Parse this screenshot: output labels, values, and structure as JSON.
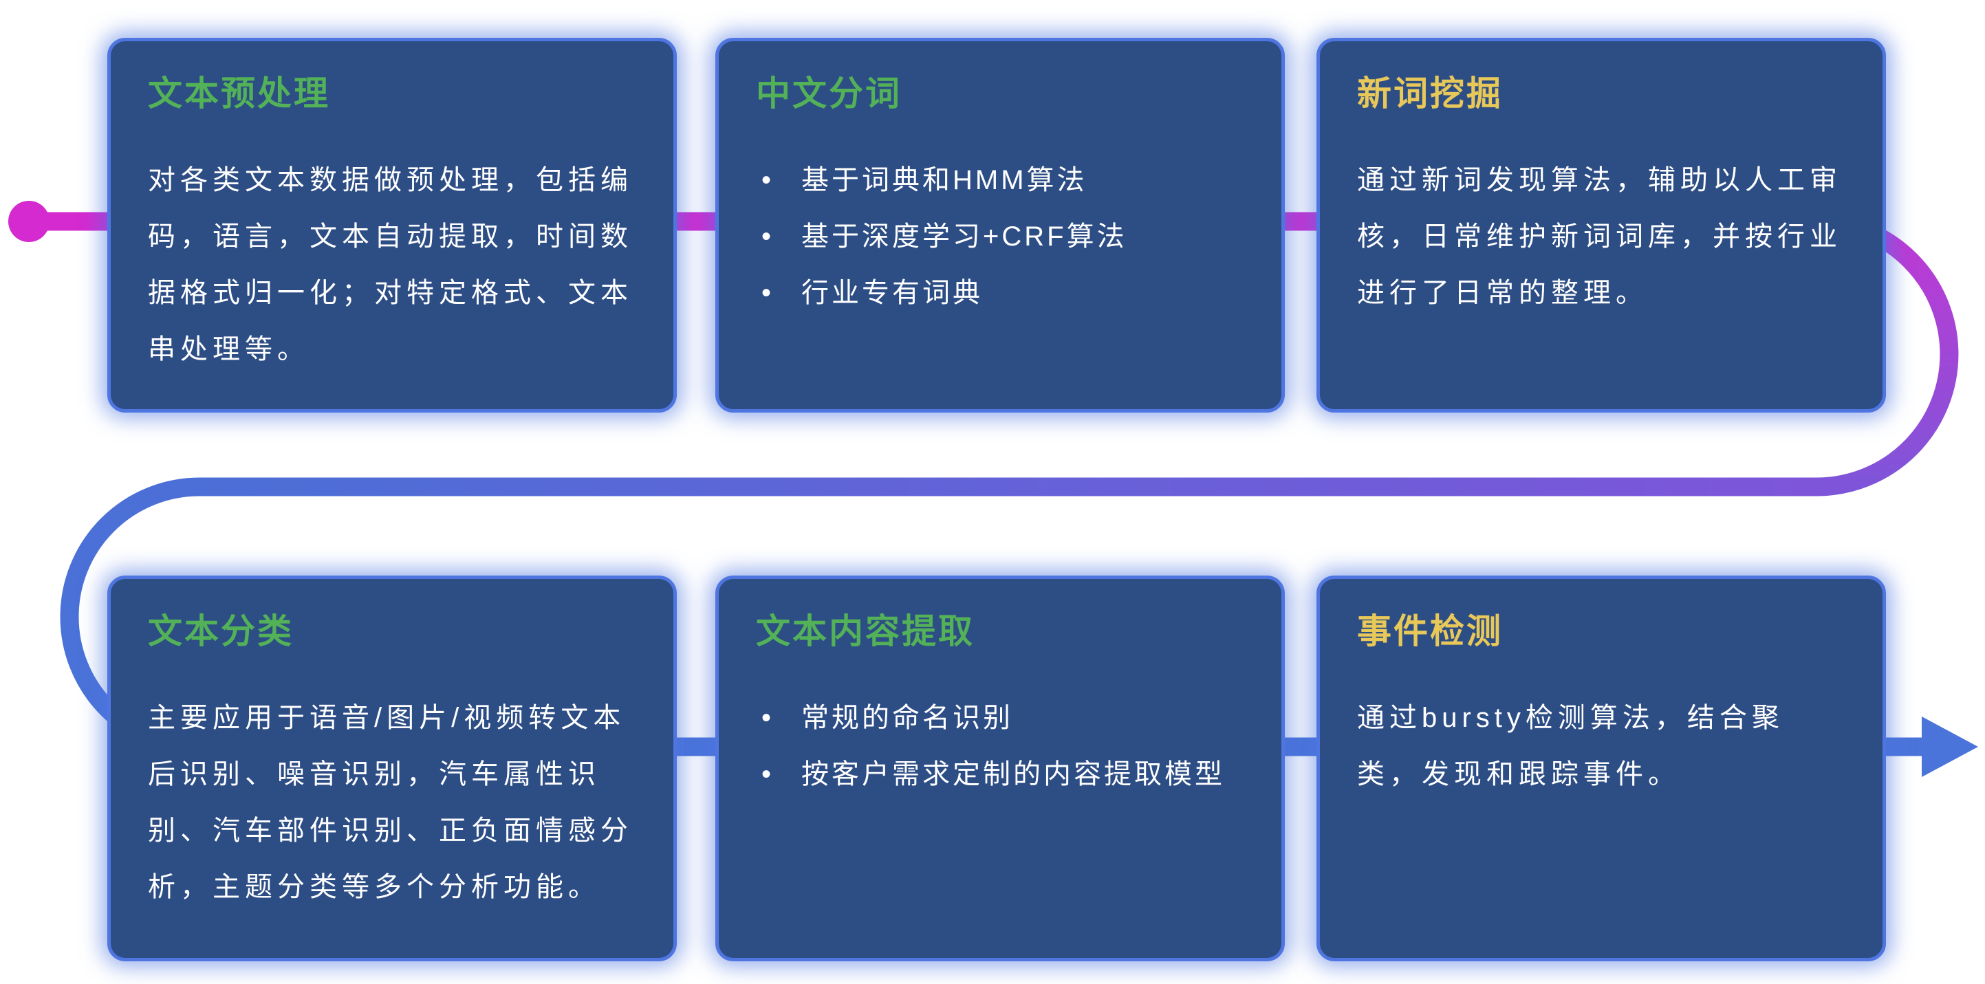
{
  "cards": [
    {
      "title": "文本预处理",
      "title_color": "green",
      "body": "对各类文本数据做预处理，包括编码，语言，文本自动提取，时间数据格式归一化；对特定格式、文本串处理等。",
      "bullets": []
    },
    {
      "title": "中文分词",
      "title_color": "green",
      "body": "",
      "bullets": [
        "基于词典和HMM算法",
        "基于深度学习+CRF算法",
        "行业专有词典"
      ]
    },
    {
      "title": "新词挖掘",
      "title_color": "yellow",
      "body": "通过新词发现算法，辅助以人工审核，日常维护新词词库，并按行业进行了日常的整理。",
      "bullets": []
    },
    {
      "title": "文本分类",
      "title_color": "green",
      "body": "主要应用于语音/图片/视频转文本后识别、噪音识别，汽车属性识别、汽车部件识别、正负面情感分析，主题分类等多个分析功能。",
      "bullets": []
    },
    {
      "title": "文本内容提取",
      "title_color": "green",
      "body": "",
      "bullets": [
        "常规的命名识别",
        "按客户需求定制的内容提取模型"
      ]
    },
    {
      "title": "事件检测",
      "title_color": "yellow",
      "body": "通过bursty检测算法，结合聚类，发现和跟踪事件。",
      "bullets": []
    }
  ],
  "colors": {
    "background": "#ffffff",
    "card_bg": "#2d4d85",
    "card_border_glow": "#4f76e0",
    "title_green": "#53b158",
    "title_yellow": "#e8c858",
    "body_text": "#ffffff",
    "flow_magenta": "#d42ad0",
    "flow_purple": "#7e55d9",
    "flow_blue": "#4a74da"
  }
}
